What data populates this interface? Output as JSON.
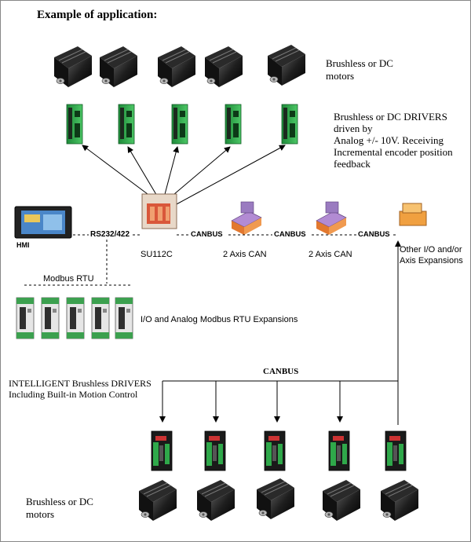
{
  "title": "Example of application:",
  "top_motors_label": [
    "Brushless or DC",
    "motors"
  ],
  "drivers_label": [
    "Brushless or DC DRIVERS",
    "driven by",
    "Analog +/- 10V. Receiving",
    "Incremental encoder position",
    "feedback"
  ],
  "hmi_label": "HMI",
  "rs232_label": "RS232/422",
  "canbus_label": "CANBUS",
  "su112c_label": "SU112C",
  "axis_can_label": "2 Axis CAN",
  "other_io_label": [
    "Other I/O and/or",
    "Axis Expansions"
  ],
  "modbus_rtu_label": "Modbus RTU",
  "io_expansions_label": "I/O and Analog  Modbus RTU Expansions",
  "intelligent_label": [
    "INTELLIGENT Brushless  DRIVERS",
    "Including Built-in Motion Control"
  ],
  "canbus_bottom_label": "CANBUS",
  "bottom_motors_label": [
    "Brushless or DC",
    "motors"
  ]
}
